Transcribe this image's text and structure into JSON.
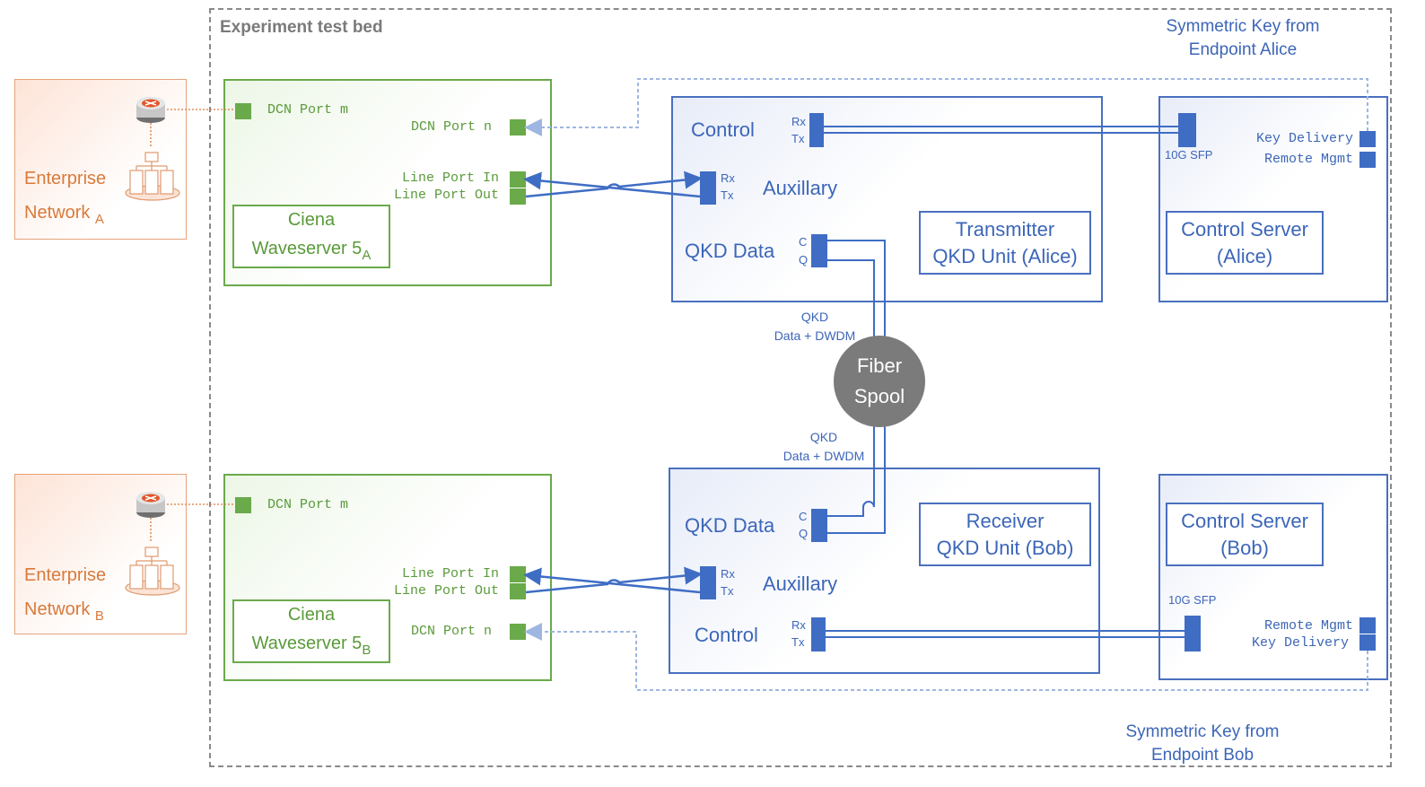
{
  "testbed": {
    "title": "Experiment test bed"
  },
  "key_notes": {
    "alice_line1": "Symmetric Key from",
    "alice_line2": "Endpoint Alice",
    "bob_line1": "Symmetric Key from",
    "bob_line2": "Endpoint Bob"
  },
  "enterprise": [
    {
      "label": "Enterprise",
      "network_label": "Network",
      "subscript": "A"
    },
    {
      "label": "Enterprise",
      "network_label": "Network",
      "subscript": "B"
    }
  ],
  "waveserver": [
    {
      "name_line1": "Ciena",
      "name_line2": "Waveserver 5",
      "subscript": "A",
      "dcn_m": "DCN Port m",
      "dcn_n": "DCN Port n",
      "line_in": "Line Port In",
      "line_out": "Line Port Out"
    },
    {
      "name_line1": "Ciena",
      "name_line2": "Waveserver 5",
      "subscript": "B",
      "dcn_m": "DCN Port m",
      "dcn_n": "DCN Port n",
      "line_in": "Line Port In",
      "line_out": "Line Port Out"
    }
  ],
  "qkd_units": [
    {
      "unit_line1": "Transmitter",
      "unit_line2": "QKD Unit (Alice)",
      "control": "Control",
      "auxillary": "Auxillary",
      "qkd_data": "QKD Data",
      "rx": "Rx",
      "tx": "Tx",
      "c": "C",
      "q": "Q"
    },
    {
      "unit_line1": "Receiver",
      "unit_line2": "QKD Unit (Bob)",
      "control": "Control",
      "auxillary": "Auxillary",
      "qkd_data": "QKD Data",
      "rx": "Rx",
      "tx": "Tx",
      "c": "C",
      "q": "Q"
    }
  ],
  "control_servers": [
    {
      "line1": "Control Server",
      "line2": "(Alice)",
      "sfp": "10G SFP",
      "key_delivery": "Key Delivery",
      "remote_mgmt": "Remote Mgmt"
    },
    {
      "line1": "Control Server",
      "line2": "(Bob)",
      "sfp": "10G SFP",
      "key_delivery": "Key Delivery",
      "remote_mgmt": "Remote Mgmt"
    }
  ],
  "fiber": {
    "spool_line1": "Fiber",
    "spool_line2": "Spool",
    "top_line1": "QKD",
    "top_line2": "Data + DWDM",
    "bottom_line1": "QKD",
    "bottom_line2": "Data + DWDM"
  },
  "colors": {
    "blue": "#3c66b8",
    "green": "#6aaa4a",
    "orange": "#d97a3a",
    "gray": "#7a7a7a",
    "spool": "#7b7b7b"
  }
}
